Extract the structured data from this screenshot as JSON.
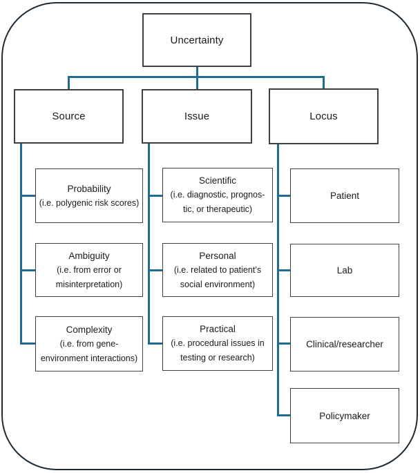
{
  "colors": {
    "connector": "#226C93",
    "node_border": "#404040",
    "frame_border": "#1C2A35",
    "background": "#FFFFFF",
    "text": "#1A1A1A"
  },
  "diagram": {
    "root": {
      "label": "Uncertainty"
    },
    "branches": [
      {
        "label": "Source",
        "children": [
          {
            "title": "Probability",
            "caption": "(i.e. polygenic risk scores)"
          },
          {
            "title": "Ambiguity",
            "caption": "(i.e. from error or\nmisinterpretation)"
          },
          {
            "title": "Complexity",
            "caption": "(i.e. from gene-\nenvironment interactions)"
          }
        ]
      },
      {
        "label": "Issue",
        "children": [
          {
            "title": "Scientific",
            "caption": "(i.e. diagnostic, prognos-\ntic, or therapeutic)"
          },
          {
            "title": "Personal",
            "caption": "(i.e. related to patient’s\nsocial environment)"
          },
          {
            "title": "Practical",
            "caption": "(i.e. procedural issues in\ntesting or research)"
          }
        ]
      },
      {
        "label": "Locus",
        "children": [
          {
            "title": "Patient"
          },
          {
            "title": "Lab"
          },
          {
            "title": "Clinical/researcher"
          },
          {
            "title": "Policymaker"
          }
        ]
      }
    ]
  }
}
